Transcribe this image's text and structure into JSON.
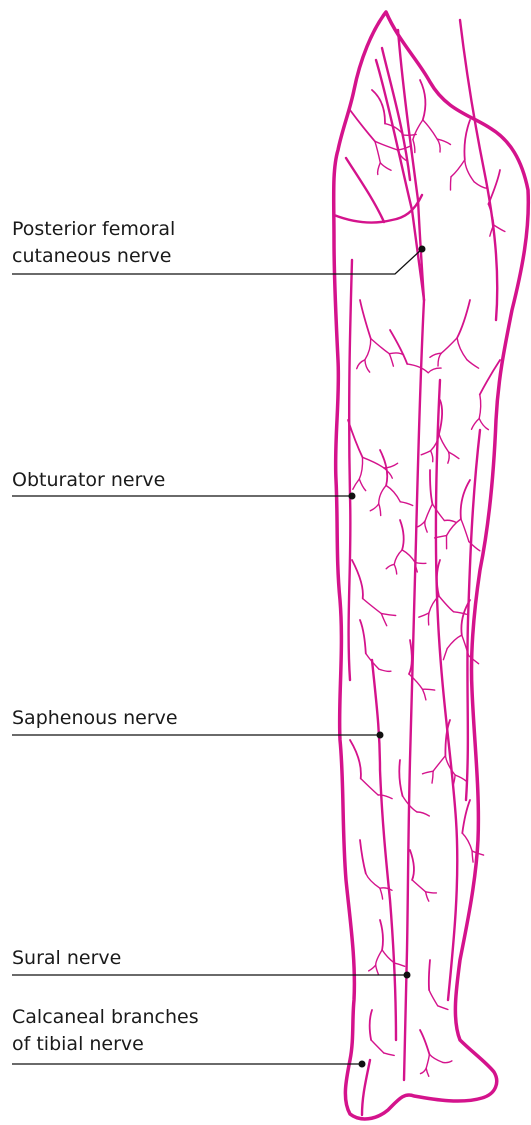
{
  "diagram": {
    "labels": [
      {
        "id": "posterior-femoral-cutaneous-nerve",
        "lines": [
          "Posterior femoral",
          "cutaneous nerve"
        ]
      },
      {
        "id": "obturator-nerve",
        "lines": [
          "Obturator nerve"
        ]
      },
      {
        "id": "saphenous-nerve",
        "lines": [
          "Saphenous nerve"
        ]
      },
      {
        "id": "sural-nerve",
        "lines": [
          "Sural nerve"
        ]
      },
      {
        "id": "calcaneal-branches-of-tibial-nerve",
        "lines": [
          "Calcaneal branches",
          "of tibial nerve"
        ]
      }
    ]
  },
  "colors": {
    "nerve": "#d4138c",
    "leader_line": "#111111",
    "text": "#1a1a1a",
    "background": "#ffffff"
  }
}
